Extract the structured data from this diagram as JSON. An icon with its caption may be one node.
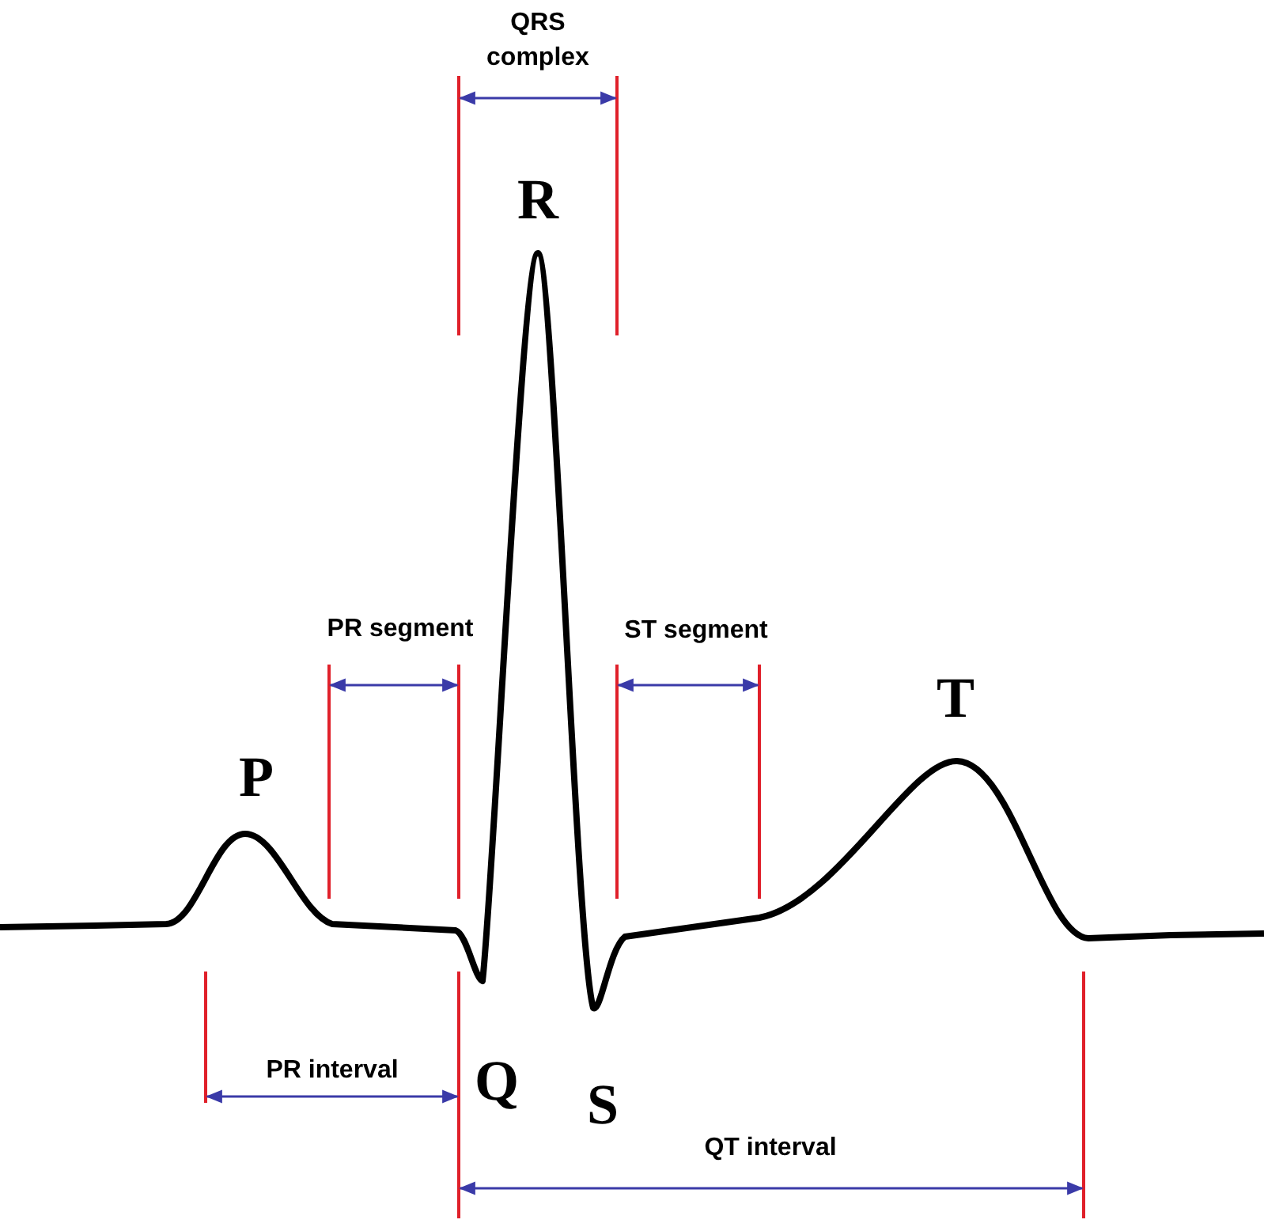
{
  "diagram": {
    "labels": [
      "QRS complex",
      "R",
      "PR segment",
      "ST segment",
      "T",
      "P",
      "Q",
      "S",
      "PR interval",
      "QT interval"
    ]
  }
}
